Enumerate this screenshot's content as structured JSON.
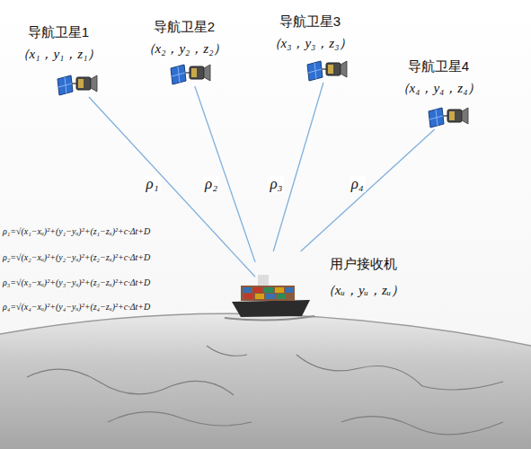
{
  "diagram": {
    "nodes": [
      {
        "text": [
          "导航卫星1",
          "（x₁，y₁，z₁）"
        ]
      },
      {
        "text": [
          "导航卫星2",
          "（x₂，y₂，z₂）"
        ]
      },
      {
        "text": [
          "导航卫星3",
          "（x₃，y₃，z₃）"
        ]
      },
      {
        "text": [
          "导航卫星4",
          "（x₄，y₄，z₄）"
        ]
      },
      {
        "text": [
          "用户接收机",
          "（xᵤ，yᵤ，zᵤ）"
        ]
      }
    ],
    "edges": [
      {
        "from": 0,
        "to": 4,
        "label": "ρ₁",
        "arrow": "none"
      },
      {
        "from": 1,
        "to": 4,
        "label": "ρ₂",
        "arrow": "none"
      },
      {
        "from": 2,
        "to": 4,
        "label": "ρ₃",
        "arrow": "none"
      },
      {
        "from": 3,
        "to": 4,
        "label": "ρ₄",
        "arrow": "none"
      }
    ],
    "labels": [
      "ρ₁=√(x₁−xᵤ)²+(y₁−yᵤ)²+(z₁−zᵤ)²+c·Δt+D",
      "ρ₂=√(x₂−xᵤ)²+(y₂−yᵤ)²+(z₂−zᵤ)²+c·Δt+D",
      "ρ₃=√(x₃−xᵤ)²+(y₃−yᵤ)²+(z₃−zᵤ)²+c·Δt+D",
      "ρ₄=√(x₄−xᵤ)²+(y₄−yᵤ)²+(z₄−zᵤ)²+c·Δt+D"
    ]
  }
}
